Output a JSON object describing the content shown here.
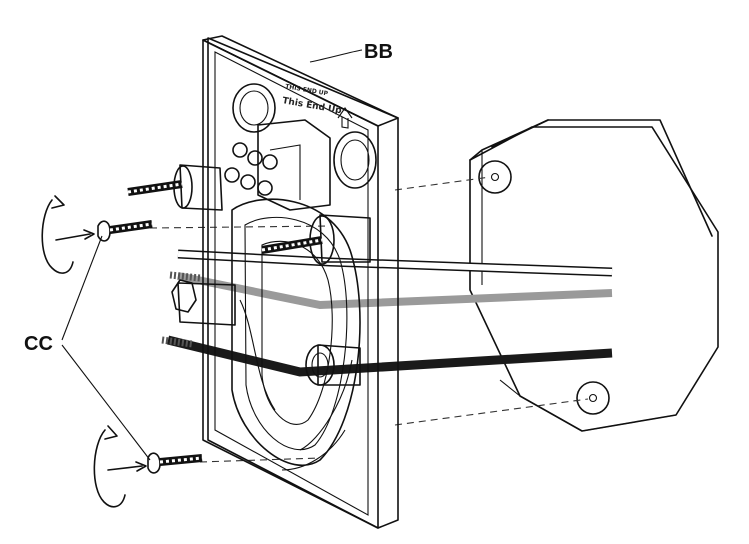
{
  "labels": {
    "plate_callout": "BB",
    "screws_callout": "CC"
  },
  "plate": {
    "marking_line1": "THIS END UP",
    "marking_line2": "This End Up"
  },
  "colors": {
    "wire_white": "#ffffff",
    "wire_gray": "#9a9a9a",
    "wire_black": "#1a1a1a",
    "line": "#111111"
  },
  "icons": [
    "rotation-arrow-icon",
    "up-arrow-icon",
    "screw-icon"
  ]
}
